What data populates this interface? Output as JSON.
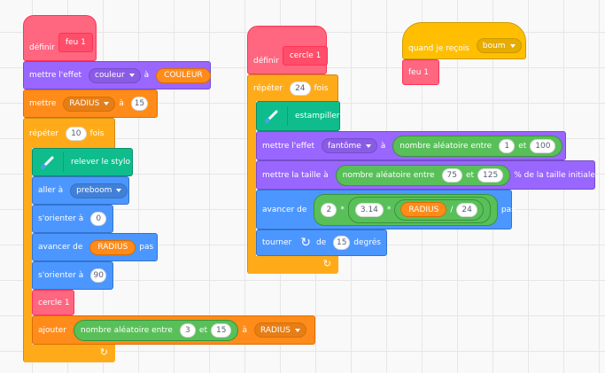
{
  "script1": {
    "hat_label": "définir",
    "hat_block": "feu 1",
    "effect_label": "mettre l'effet",
    "effect_option": "couleur",
    "effect_to": "à",
    "effect_value_var": "COULEUR",
    "setvar_label": "mettre",
    "setvar_option": "RADIUS",
    "setvar_to": "à",
    "setvar_value": "15",
    "repeat_label": "répéter",
    "repeat_value": "10",
    "repeat_suffix": "fois",
    "pen_up_label": "relever le stylo",
    "goto_label": "aller à",
    "goto_option": "preboom",
    "point1_label": "s'orienter à",
    "point1_value": "0",
    "move_label": "avancer de",
    "move_var": "RADIUS",
    "move_suffix": "pas",
    "point2_label": "s'orienter à",
    "point2_value": "90",
    "call_block": "cercle 1",
    "change_label": "ajouter",
    "random_label": "nombre aléatoire entre",
    "random_min": "3",
    "random_and": "et",
    "random_max": "15",
    "change_to": "à",
    "change_option": "RADIUS"
  },
  "script2": {
    "hat_label": "définir",
    "hat_block": "cercle 1",
    "repeat_label": "répéter",
    "repeat_value": "24",
    "repeat_suffix": "fois",
    "stamp_label": "estampiller",
    "effect_label": "mettre l'effet",
    "effect_option": "fantôme",
    "effect_to": "à",
    "random1_label": "nombre aléatoire entre",
    "random1_min": "1",
    "random1_and": "et",
    "random1_max": "100",
    "size_label": "mettre la taille à",
    "random2_label": "nombre aléatoire entre",
    "random2_min": "75",
    "random2_and": "et",
    "random2_max": "125",
    "size_suffix": "% de la taille initiale",
    "move_label": "avancer de",
    "mul1": "2",
    "op_times1": "*",
    "mul2": "3.14",
    "op_times2": "*",
    "div_var": "RADIUS",
    "op_div": "/",
    "div_value": "24",
    "move_suffix": "pas",
    "turn_label": "tourner",
    "turn_de": "de",
    "turn_value": "15",
    "turn_suffix": "degrés"
  },
  "script3": {
    "hat_label": "quand je reçois",
    "hat_option": "boum",
    "call_block": "feu 1"
  },
  "colors": {
    "control": "#ffab19",
    "looks": "#9966ff",
    "variables": "#ff8c1a",
    "motion": "#4c97ff",
    "pen": "#0fbd8c",
    "my_blocks": "#ff6680",
    "events": "#ffbf00",
    "operators": "#59c059"
  }
}
